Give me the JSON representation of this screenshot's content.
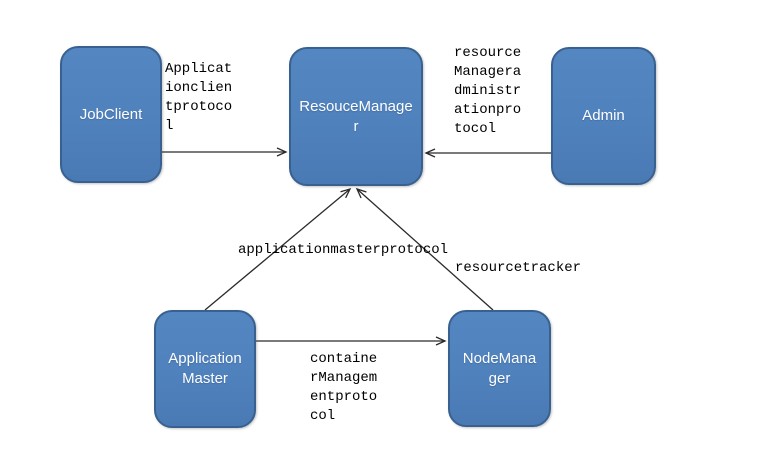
{
  "diagram": {
    "type": "architecture-diagram",
    "nodes": {
      "jobclient": {
        "label": "JobClient"
      },
      "resourcemanager": {
        "label": "ResouceManage\nr"
      },
      "admin": {
        "label": "Admin"
      },
      "applicationmaster": {
        "label": "Application\nMaster"
      },
      "nodemanager": {
        "label": "NodeMana\nger"
      }
    },
    "edge_labels": {
      "application_client_protocol": "Applicat\nionclien\ntprotoco\nl",
      "resource_manager_administration_protocol": "resource\nManagera\ndministr\nationpro\ntocol",
      "application_master_protocol": "applicationmasterprotocol",
      "resource_tracker": "resourcetracker",
      "container_management_protocol": "containe\nrManagem\nentproto\ncol"
    },
    "edges": [
      {
        "from": "JobClient",
        "to": "ResouceManager",
        "label": "Applicationclientprotocol"
      },
      {
        "from": "Admin",
        "to": "ResouceManager",
        "label": "resourceManageradministrationprotocol"
      },
      {
        "from": "ApplicationMaster",
        "to": "ResouceManager",
        "label": "applicationmasterprotocol"
      },
      {
        "from": "NodeManager",
        "to": "ResouceManager",
        "label": "resourcetracker"
      },
      {
        "from": "ApplicationMaster",
        "to": "NodeManager",
        "label": "containerManagementprotocol"
      }
    ],
    "colors": {
      "node_fill": "#4f81bd",
      "node_border": "#38618f",
      "node_text": "#ffffff",
      "edge_line": "#2b2b2b",
      "edge_label_text": "#000000",
      "background": "#ffffff"
    }
  }
}
